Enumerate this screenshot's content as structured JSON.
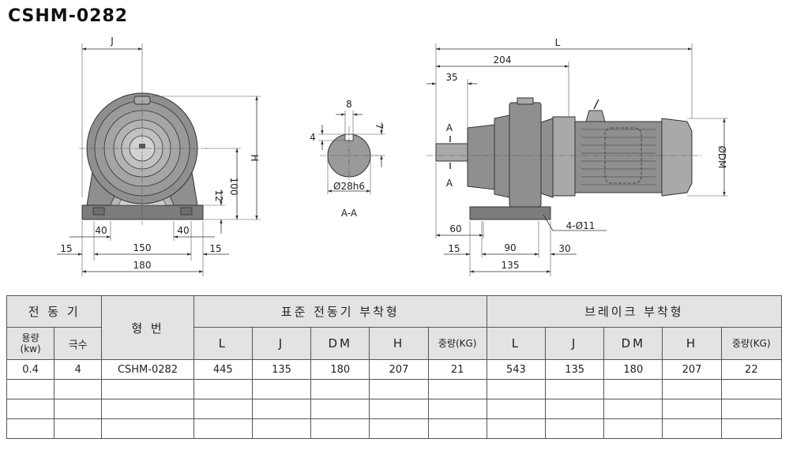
{
  "title": "CSHM-0282",
  "drawing": {
    "front_view": {
      "dim_J": "J",
      "dim_H": "H",
      "dim_100": "100",
      "dim_12": "12",
      "dim_40_left": "40",
      "dim_40_right": "40",
      "dim_15_left": "15",
      "dim_150": "150",
      "dim_15_right": "15",
      "dim_180": "180"
    },
    "section_view": {
      "dim_8": "8",
      "dim_7": "7",
      "dim_4": "4",
      "dim_shaft": "Ø28h6",
      "label": "A-A"
    },
    "side_view": {
      "dim_L": "L",
      "dim_204": "204",
      "dim_35": "35",
      "mark_A_top": "A",
      "mark_A_bottom": "A",
      "dim_DM": "ØDM",
      "dim_60": "60",
      "dim_holes": "4-Ø11",
      "dim_15": "15",
      "dim_90": "90",
      "dim_30": "30",
      "dim_135": "135"
    }
  },
  "table": {
    "motor_header": "전 동 기",
    "capacity_header": "용량\n(kw)",
    "poles_header": "극수",
    "model_header": "형 번",
    "standard_group": "표준 전동기 부착형",
    "brake_group": "브레이크 부착형",
    "cols": {
      "L": "L",
      "J": "J",
      "DM": "DM",
      "H": "H",
      "weight": "중량(KG)"
    },
    "rows": [
      {
        "capacity": "0.4",
        "poles": "4",
        "model": "CSHM-0282",
        "std_L": "445",
        "std_J": "135",
        "std_DM": "180",
        "std_H": "207",
        "std_weight": "21",
        "brk_L": "543",
        "brk_J": "135",
        "brk_DM": "180",
        "brk_H": "207",
        "brk_weight": "22"
      }
    ]
  }
}
